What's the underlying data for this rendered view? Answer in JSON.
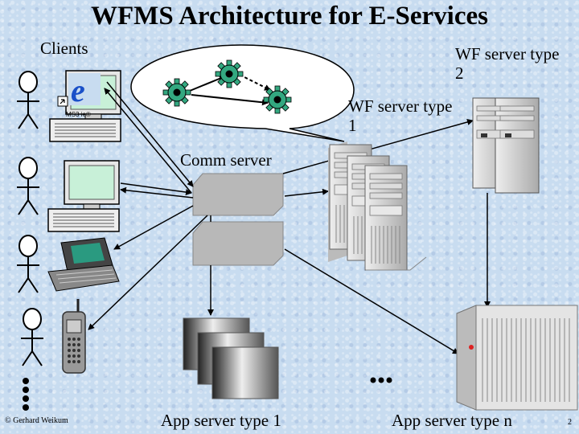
{
  "title": "WFMS Architecture for E-Services",
  "labels": {
    "clients": "Clients",
    "wf_server_type2": "WF  server type 2",
    "wf_server_type1": "WF server type 1",
    "comm_server": "Comm server",
    "app_server_type1": "App server type 1",
    "app_server_typen": "App server type n",
    "ie_caption": "MS3 ie®",
    "copyright": "© Gerhard Weikum",
    "page_number": "2"
  },
  "icons": [
    "stick-figure-icon",
    "desktop-computer-icon",
    "internet-explorer-icon",
    "laptop-icon",
    "mobile-phone-icon",
    "gear-icon",
    "tower-server-icon",
    "rack-server-icon"
  ],
  "colors": {
    "background": "#c8dcf0",
    "gear_fill": "#33a880",
    "server_gray": "#d4d4d4",
    "comm_box": "#b8b8b8"
  }
}
